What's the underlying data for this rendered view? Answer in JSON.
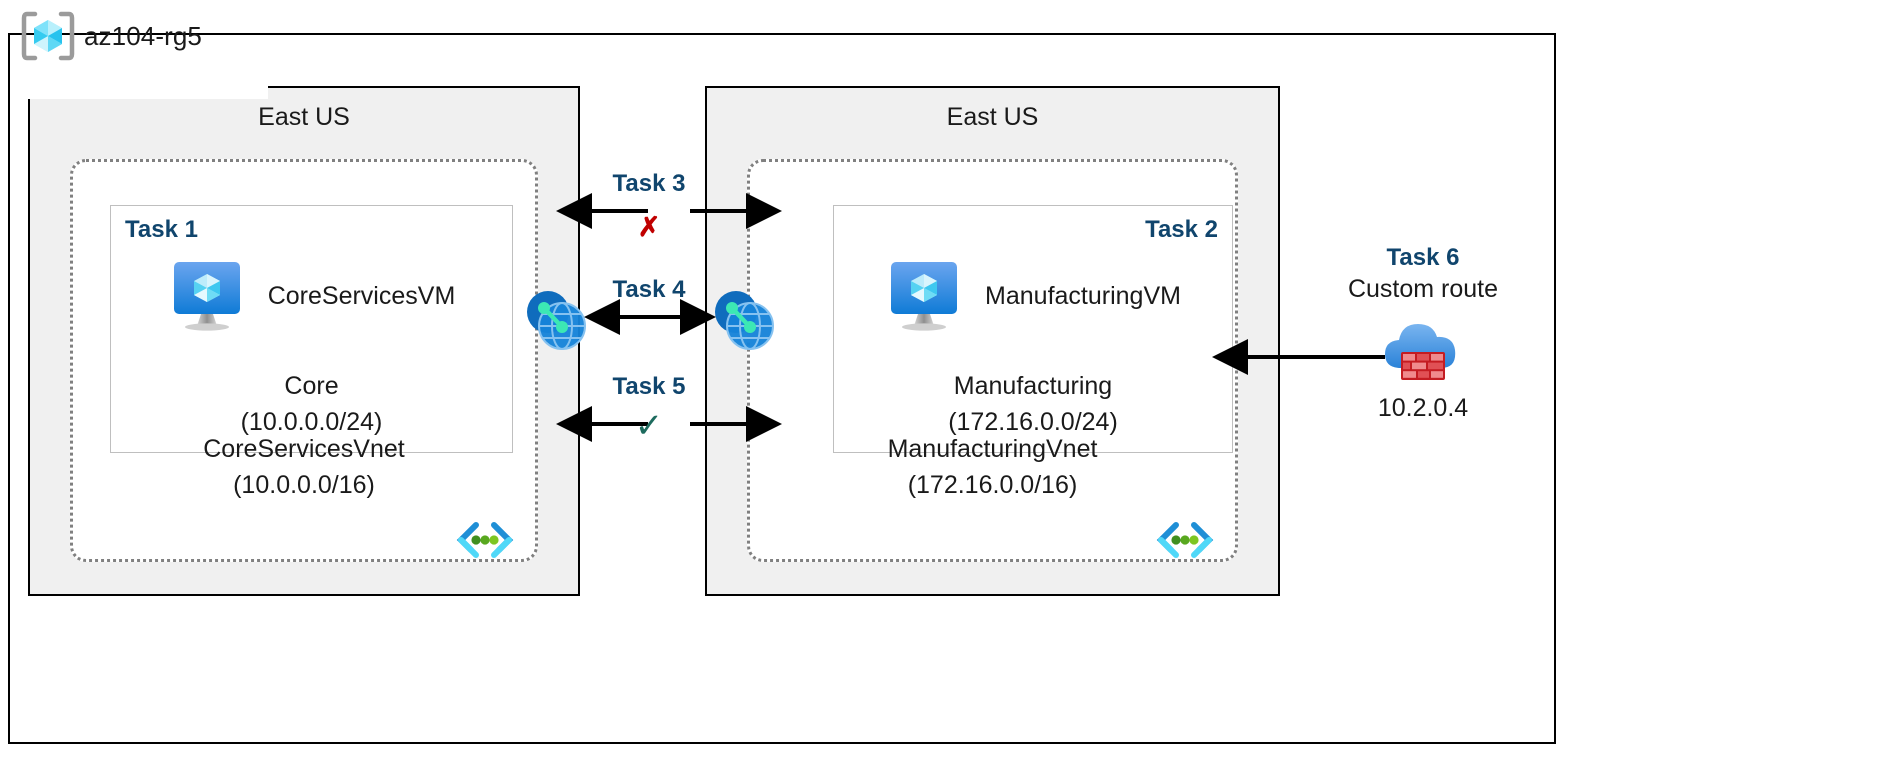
{
  "diagram": {
    "resource_group": {
      "name": "az104-rg5",
      "icon": "azure-resource-group-icon"
    },
    "regions": [
      {
        "id": "left",
        "label": "East US"
      },
      {
        "id": "right",
        "label": "East US"
      }
    ],
    "vnets": [
      {
        "id": "core",
        "name": "CoreServicesVnet",
        "cidr": "(10.0.0.0/16)",
        "name_block": "CoreServicesVnet\n(10.0.0.0/16)",
        "icon": "vnet-icon",
        "subnet": {
          "task_tag": "Task 1",
          "task_tag_position": "top-left",
          "vm_name": "CoreServicesVM",
          "vm_icon": "azure-virtual-machine-icon",
          "name": "Core",
          "cidr": "(10.0.0.0/24)",
          "name_block": "Core\n(10.0.0.0/24)"
        }
      },
      {
        "id": "manufacturing",
        "name": "ManufacturingVnet",
        "cidr": "(172.16.0.0/16)",
        "name_block": "ManufacturingVnet\n(172.16.0.0/16)",
        "icon": "vnet-icon",
        "subnet": {
          "task_tag": "Task 2",
          "task_tag_position": "top-right",
          "vm_name": "ManufacturingVM",
          "vm_icon": "azure-virtual-machine-icon",
          "name": "Manufacturing",
          "cidr": "(172.16.0.0/24)",
          "name_block": "Manufacturing\n(172.16.0.0/24)"
        }
      }
    ],
    "connections": [
      {
        "id": "task3",
        "label": "Task 3",
        "mark": "✗",
        "mark_type": "cross",
        "mark_color": "#c00000",
        "arrow": "bidirectional-outward"
      },
      {
        "id": "task4",
        "label": "Task 4",
        "mark": "",
        "mark_type": "none",
        "mark_color": "",
        "arrow": "bidirectional"
      },
      {
        "id": "task5",
        "label": "Task 5",
        "mark": "✓",
        "mark_type": "checkmark",
        "mark_color": "#1d6b5e",
        "arrow": "bidirectional-outward"
      }
    ],
    "peering_icons": [
      {
        "id": "peering-left",
        "name": "vnet-peering-icon"
      },
      {
        "id": "peering-right",
        "name": "vnet-peering-icon"
      }
    ],
    "custom_route": {
      "task_label": "Task 6",
      "description": "Custom route",
      "ip_address": "10.2.0.4",
      "icon": "azure-firewall-icon",
      "arrow": "left"
    },
    "colors": {
      "task_blue": "#10456d",
      "cross_red": "#c00000",
      "check_green": "#1d6b5e",
      "region_fill": "#f0f0f0",
      "vnet_border": "#808080",
      "subnet_border": "#bfbfbf",
      "outline_black": "#000000",
      "azure_blue": "#0078d4",
      "cube_cyan": "#9fe5fb",
      "brick_red": "#d12229"
    }
  }
}
